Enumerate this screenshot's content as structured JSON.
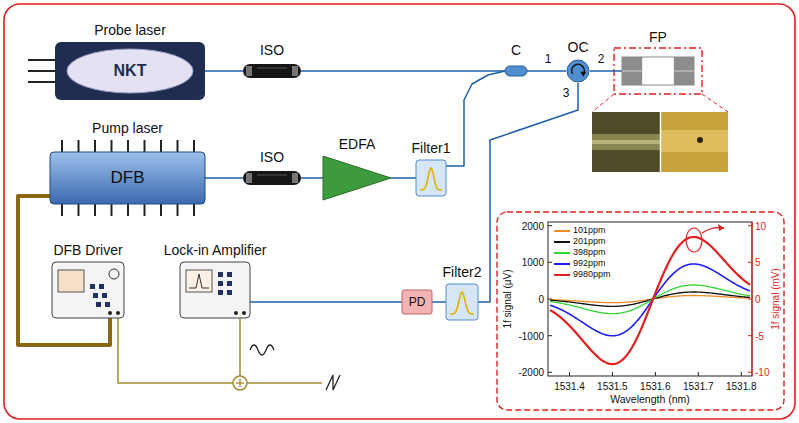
{
  "diagram": {
    "nodes": [
      {
        "text": [
          "Probe laser",
          "NKT"
        ]
      },
      {
        "text": [
          "ISO"
        ]
      },
      {
        "text": [
          "C"
        ]
      },
      {
        "text": [
          "OC"
        ]
      },
      {
        "text": [
          "FP"
        ]
      },
      {
        "text": [
          "Pump laser",
          "DFB"
        ]
      },
      {
        "text": [
          "ISO"
        ]
      },
      {
        "text": [
          "EDFA"
        ]
      },
      {
        "text": [
          "Filter1"
        ]
      },
      {
        "text": [
          "Filter2"
        ]
      },
      {
        "text": [
          "PD"
        ]
      },
      {
        "text": [
          "Lock-in Amplifier"
        ]
      },
      {
        "text": [
          "DFB Driver"
        ]
      }
    ],
    "edges": [
      {
        "from": 0,
        "to": 1,
        "arrow": "none"
      },
      {
        "from": 1,
        "to": 2,
        "arrow": "none"
      },
      {
        "from": 2,
        "to": 3,
        "arrow": "none"
      },
      {
        "from": 3,
        "to": 4,
        "arrow": "none"
      },
      {
        "from": 5,
        "to": 6,
        "arrow": "none"
      },
      {
        "from": 6,
        "to": 7,
        "arrow": "none"
      },
      {
        "from": 7,
        "to": 8,
        "arrow": "none"
      },
      {
        "from": 8,
        "to": 2,
        "arrow": "none"
      },
      {
        "from": 3,
        "to": 9,
        "arrow": "none"
      },
      {
        "from": 9,
        "to": 10,
        "arrow": "none"
      },
      {
        "from": 10,
        "to": 11,
        "arrow": "none"
      },
      {
        "from": 12,
        "to": 5,
        "arrow": "none"
      }
    ],
    "labels": [
      "1",
      "2",
      "3",
      "2000",
      "1000",
      "0",
      "-1000",
      "-2000",
      "10",
      "5",
      "0",
      "-5",
      "-10",
      "1531.4",
      "1531.5",
      "1531.6",
      "1531.7",
      "1531.8",
      "1f signal (μV)",
      "1f signal (mV)",
      "Wavelength (nm)"
    ],
    "legend": [
      {
        "text": "101ppm"
      },
      {
        "text": "201ppm"
      },
      {
        "text": "398ppm"
      },
      {
        "text": "992ppm"
      },
      {
        "text": "9980ppm"
      }
    ]
  }
}
